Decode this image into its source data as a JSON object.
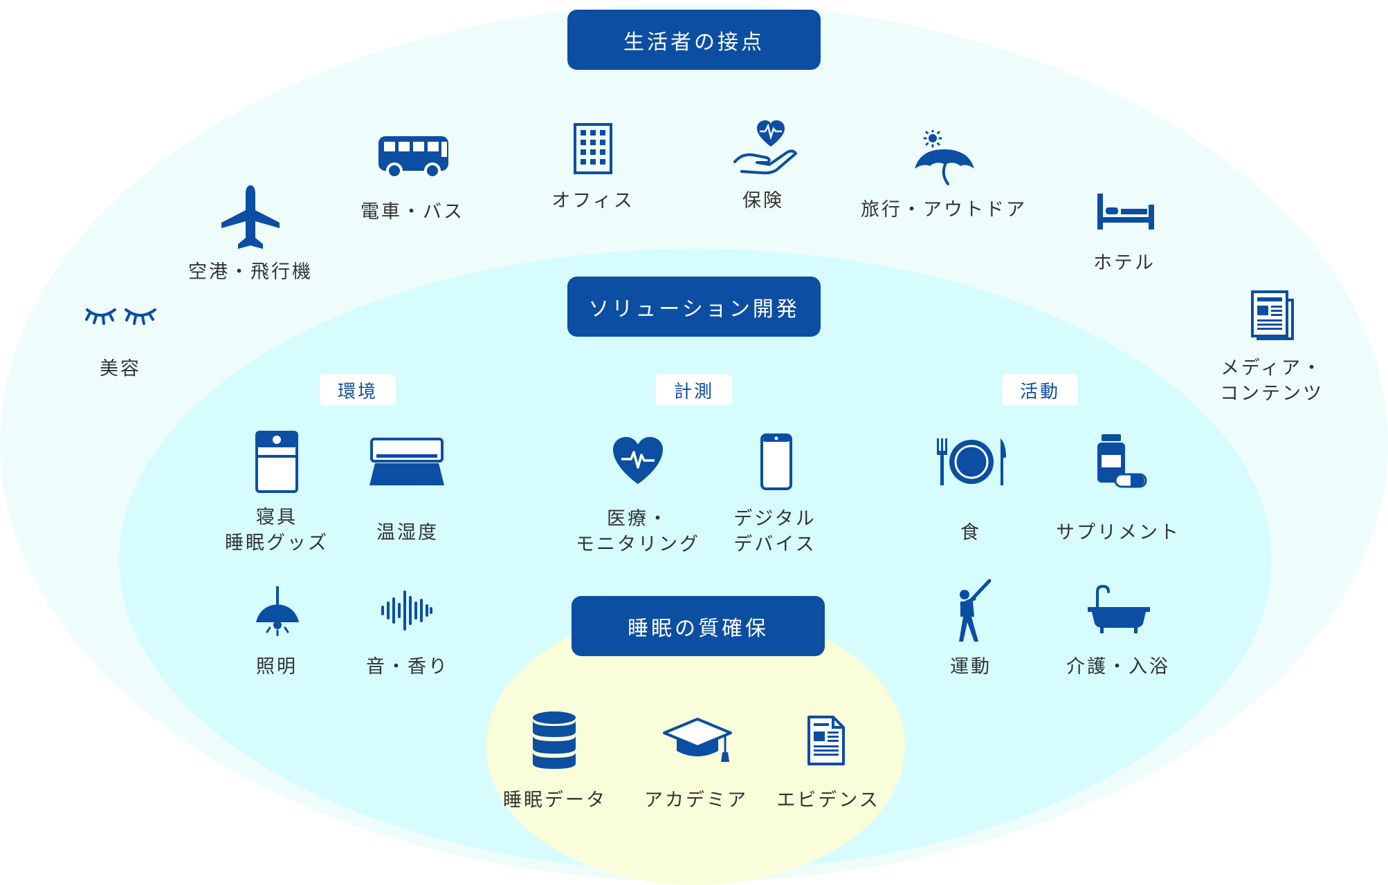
{
  "headers": {
    "touchpoints": "生活者の接点",
    "solutions": "ソリューション開発",
    "quality": "睡眠の質確保"
  },
  "categories": {
    "environment": "環境",
    "measurement": "計測",
    "activity": "活動"
  },
  "touchpoints": {
    "beauty": "美容",
    "airport": "空港・飛行機",
    "train_bus": "電車・バス",
    "office": "オフィス",
    "insurance": "保険",
    "travel": "旅行・アウトドア",
    "hotel": "ホテル",
    "media_line1": "メディア・",
    "media_line2": "コンテンツ"
  },
  "environment": {
    "bedding_line1": "寝具",
    "bedding_line2": "睡眠グッズ",
    "temp_humidity": "温湿度",
    "lighting": "照明",
    "sound_scent": "音・香り"
  },
  "measurement": {
    "medical_line1": "医療・",
    "medical_line2": "モニタリング",
    "digital_line1": "デジタル",
    "digital_line2": "デバイス"
  },
  "activity": {
    "food": "食",
    "supplement": "サプリメント",
    "exercise": "運動",
    "care_bath": "介護・入浴"
  },
  "quality": {
    "sleep_data": "睡眠データ",
    "academia": "アカデミア",
    "evidence": "エビデンス"
  },
  "colors": {
    "primary": "#0b4ea2",
    "outer_ellipse": "#eefdfb",
    "middle_ellipse": "#d6fcfd",
    "inner_ellipse": "#fafdd9",
    "text": "#333333"
  }
}
